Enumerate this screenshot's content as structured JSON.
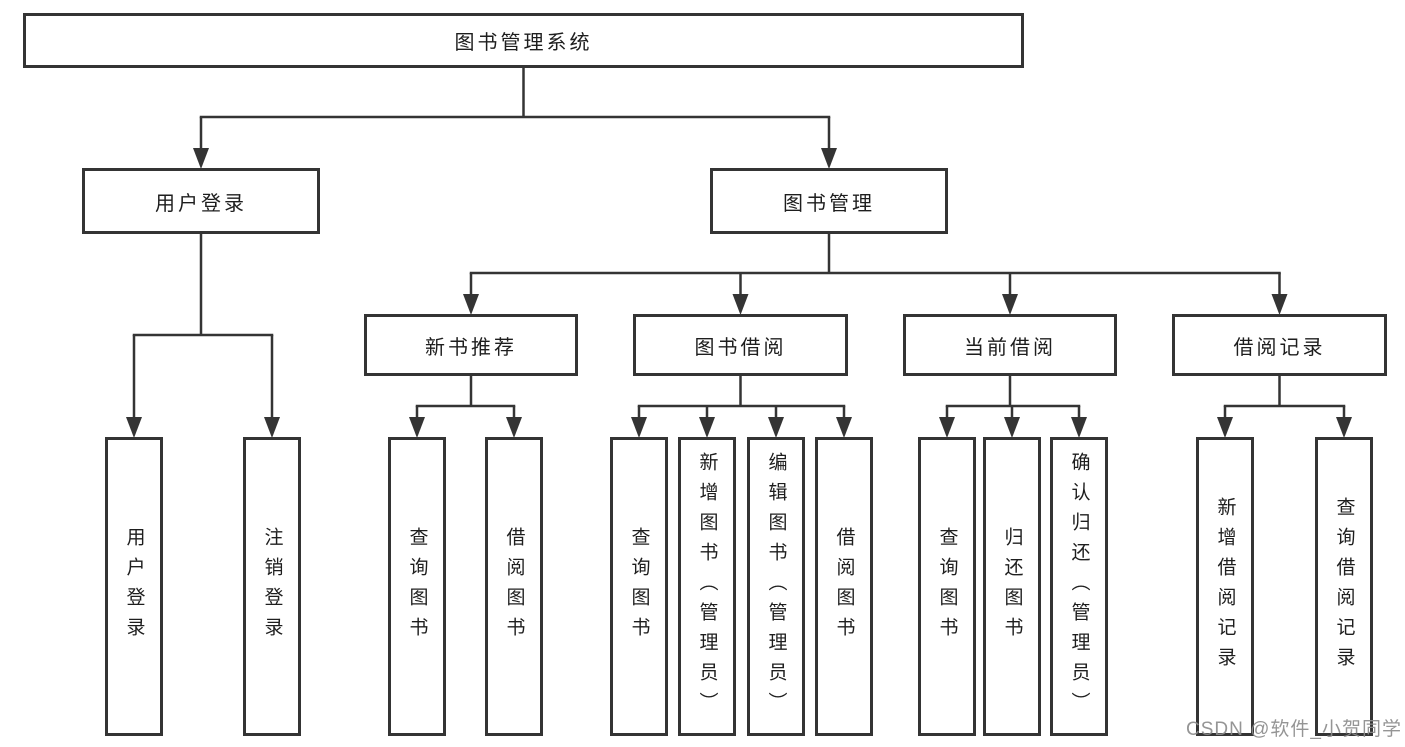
{
  "diagram": {
    "title": "图书管理系统",
    "nodes": [
      {
        "id": "root",
        "label": "图书管理系统",
        "parent": null,
        "orientation": "horizontal"
      },
      {
        "id": "user-login",
        "label": "用户登录",
        "parent": "root",
        "orientation": "horizontal"
      },
      {
        "id": "book-mgmt",
        "label": "图书管理",
        "parent": "root",
        "orientation": "horizontal"
      },
      {
        "id": "new-book-rec",
        "label": "新书推荐",
        "parent": "book-mgmt",
        "orientation": "horizontal"
      },
      {
        "id": "book-borrow",
        "label": "图书借阅",
        "parent": "book-mgmt",
        "orientation": "horizontal"
      },
      {
        "id": "current-borrow",
        "label": "当前借阅",
        "parent": "book-mgmt",
        "orientation": "horizontal"
      },
      {
        "id": "borrow-record",
        "label": "借阅记录",
        "parent": "book-mgmt",
        "orientation": "horizontal"
      },
      {
        "id": "leaf-user-login",
        "label": "用户登录",
        "parent": "user-login",
        "orientation": "vertical"
      },
      {
        "id": "leaf-logout",
        "label": "注销登录",
        "parent": "user-login",
        "orientation": "vertical"
      },
      {
        "id": "leaf-nbr-query",
        "label": "查询图书",
        "parent": "new-book-rec",
        "orientation": "vertical"
      },
      {
        "id": "leaf-nbr-borrow",
        "label": "借阅图书",
        "parent": "new-book-rec",
        "orientation": "vertical"
      },
      {
        "id": "leaf-bb-query",
        "label": "查询图书",
        "parent": "book-borrow",
        "orientation": "vertical"
      },
      {
        "id": "leaf-bb-add",
        "label": "新增图书（管理员）",
        "parent": "book-borrow",
        "orientation": "vertical"
      },
      {
        "id": "leaf-bb-edit",
        "label": "编辑图书（管理员）",
        "parent": "book-borrow",
        "orientation": "vertical"
      },
      {
        "id": "leaf-bb-borrow",
        "label": "借阅图书",
        "parent": "book-borrow",
        "orientation": "vertical"
      },
      {
        "id": "leaf-cb-query",
        "label": "查询图书",
        "parent": "current-borrow",
        "orientation": "vertical"
      },
      {
        "id": "leaf-cb-return",
        "label": "归还图书",
        "parent": "current-borrow",
        "orientation": "vertical"
      },
      {
        "id": "leaf-cb-confirm",
        "label": "确认归还（管理员）",
        "parent": "current-borrow",
        "orientation": "vertical"
      },
      {
        "id": "leaf-br-add",
        "label": "新增借阅记录",
        "parent": "borrow-record",
        "orientation": "vertical"
      },
      {
        "id": "leaf-br-query",
        "label": "查询借阅记录",
        "parent": "borrow-record",
        "orientation": "vertical"
      }
    ],
    "colors": {
      "line": "#343434",
      "box_border": "#343434",
      "text": "#1e1e1e",
      "background": "#ffffff",
      "watermark": "#8c8c8c"
    }
  },
  "watermark": {
    "text": "CSDN @软件_小贺同学"
  }
}
